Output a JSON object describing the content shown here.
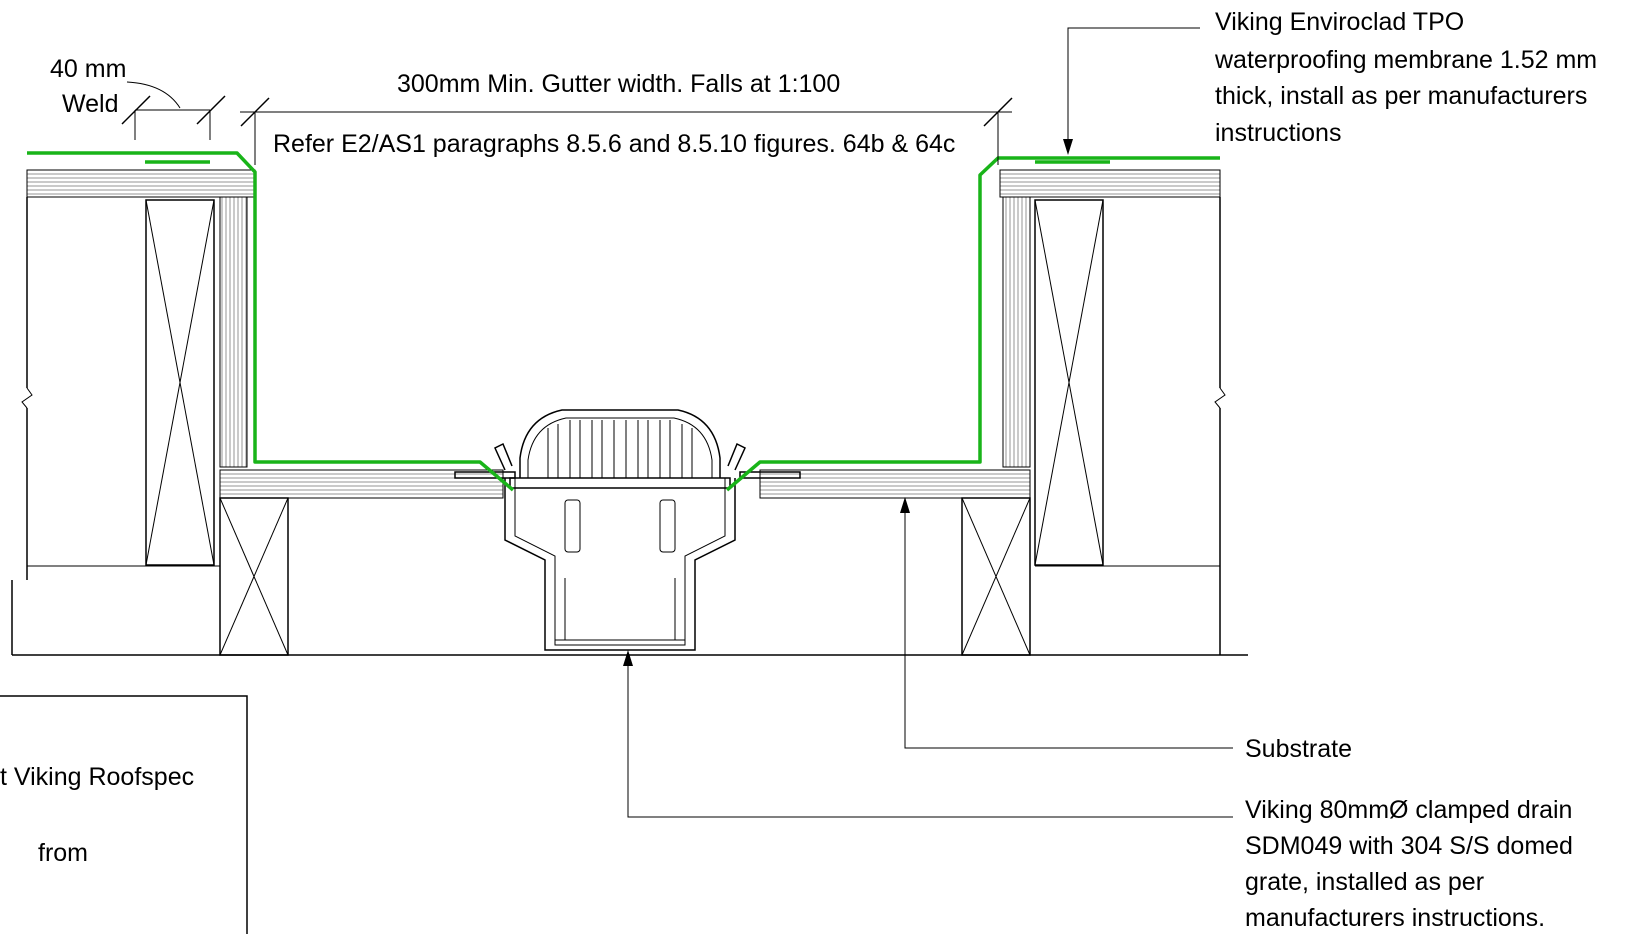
{
  "colors": {
    "membrane": "#19b419",
    "linework": "#000000",
    "background": "#ffffff"
  },
  "dimensions": {
    "weld_line1": "40 mm",
    "weld_line2": "Weld",
    "gutter_width": "300mm Min. Gutter width. Falls at 1:100",
    "reference": "Refer E2/AS1 paragraphs 8.5.6 and 8.5.10 figures. 64b & 64c"
  },
  "callouts": {
    "membrane_line1": "Viking Enviroclad TPO",
    "membrane_line2": "waterproofing membrane 1.52 mm",
    "membrane_line3": "thick, install as per manufacturers",
    "membrane_line4": "instructions",
    "substrate": "Substrate",
    "drain_line1": "Viking 80mmØ clamped drain",
    "drain_line2": "SDM049 with 304 S/S domed",
    "drain_line3": "grate, installed as per",
    "drain_line4": "manufacturers instructions."
  },
  "notes_box": {
    "line1": "t Viking Roofspec",
    "line2": "from"
  }
}
